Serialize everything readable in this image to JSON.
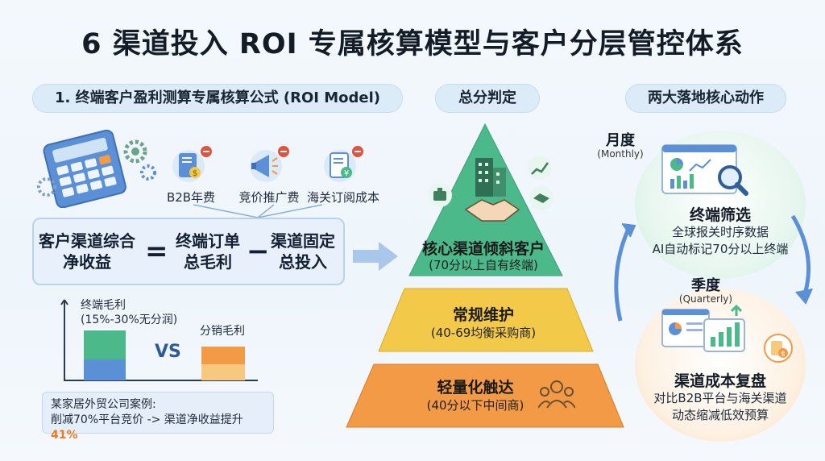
{
  "title": "6 渠道投入 ROI 专属核算模型与客户分层管控体系",
  "left": {
    "header": "1. 终端客户盈利测算专属核算公式 (ROI Model)",
    "costs": [
      {
        "label": "B2B年费",
        "icon": "bill-icon"
      },
      {
        "label": "竞价推广费",
        "icon": "megaphone-icon"
      },
      {
        "label": "海关订阅成本",
        "icon": "document-yen-icon"
      }
    ],
    "formula": {
      "lhs": [
        "客户渠道综合",
        "净收益"
      ],
      "eq": "=",
      "term1": [
        "终端订单",
        "总毛利"
      ],
      "minus": "−",
      "term2": [
        "渠道固定",
        "总投入"
      ]
    },
    "bars": {
      "terminal_label": [
        "终端毛利",
        "(15%-30%无分润)"
      ],
      "vs": "VS",
      "dist_label": "分销毛利"
    },
    "case": {
      "line1": "某家居外贸公司案例:",
      "line2_prefix": "削减70%平台竞价 -> 渠道净收益提升",
      "line2_highlight": "41%"
    }
  },
  "middle": {
    "header": "总分判定",
    "tiers": [
      {
        "title": "核心渠道倾斜客户",
        "sub": "(70分以上自有终端)",
        "color": "#4cb98a"
      },
      {
        "title": "常规维护",
        "sub": "(40-69均衡采购商)",
        "color": "#f3c94a"
      },
      {
        "title": "轻量化触达",
        "sub": "(40分以下中间商)",
        "color": "#f29a45"
      }
    ]
  },
  "right": {
    "header": "两大落地核心动作",
    "monthly": {
      "period": "月度",
      "period_en": "(Monthly)",
      "title": "终端筛选",
      "lines": [
        "全球报关时序数据",
        "AI自动标记70分以上终端"
      ]
    },
    "quarterly": {
      "period": "季度",
      "period_en": "(Quarterly)",
      "title": "渠道成本复盘",
      "lines": [
        "对比B2B平台与海关渠道",
        "动态缩减低效预算"
      ]
    }
  },
  "colors": {
    "green": "#4cb98a",
    "yellow": "#f3c94a",
    "orange": "#f29a45",
    "blue": "#5b8fd6",
    "red_badge": "#e0533f"
  }
}
